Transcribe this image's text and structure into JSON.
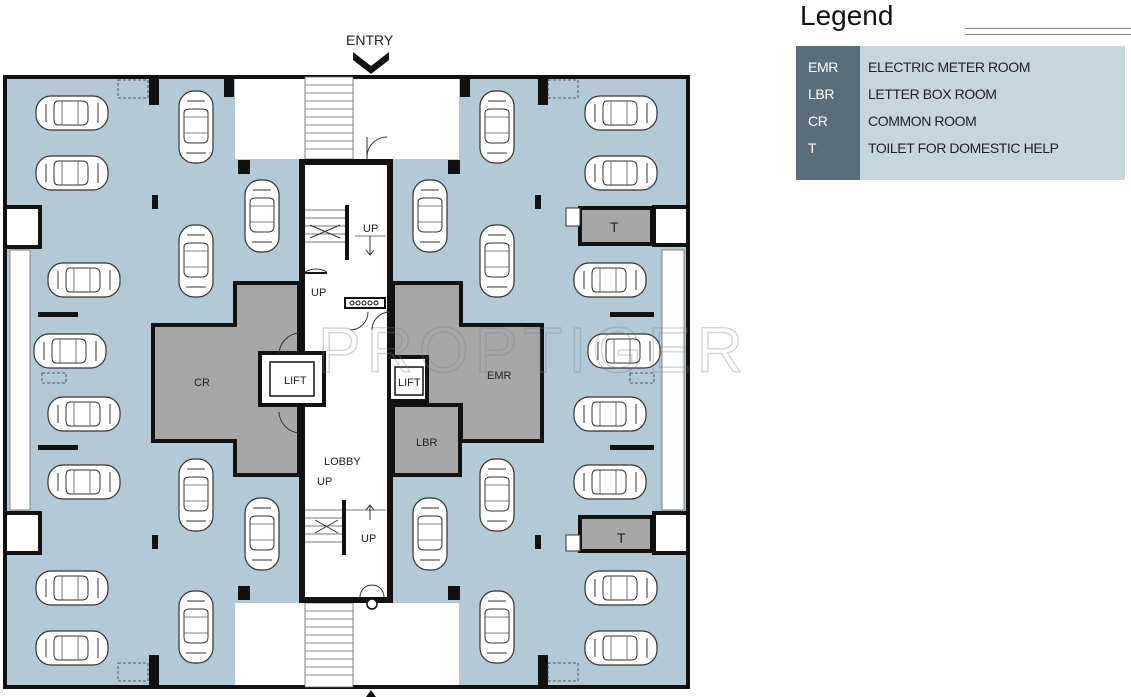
{
  "plan": {
    "entry_label": "ENTRY",
    "rooms": {
      "cr": "CR",
      "emr": "EMR",
      "lbr": "LBR",
      "t_top": "T",
      "t_bottom": "T",
      "lift_left": "LIFT",
      "lift_right": "LIFT",
      "lobby": "LOBBY"
    },
    "stairs": {
      "up_top_right": "UP",
      "up_top_left": "UP",
      "up_bottom_left": "UP",
      "up_bottom_right": "UP"
    },
    "watermark": "PROPTIGER",
    "colors": {
      "parking": "#b4c9d6",
      "room": "#a7a7a7",
      "wall": "#111111",
      "legend_dark": "#5a6d7a",
      "legend_light": "#c6d6de"
    }
  },
  "legend": {
    "title": "Legend",
    "items": [
      {
        "code": "EMR",
        "description": "ELECTRIC METER ROOM"
      },
      {
        "code": "LBR",
        "description": "LETTER BOX ROOM"
      },
      {
        "code": "CR",
        "description": "COMMON ROOM"
      },
      {
        "code": "T",
        "description": "TOILET FOR DOMESTIC HELP"
      }
    ]
  }
}
